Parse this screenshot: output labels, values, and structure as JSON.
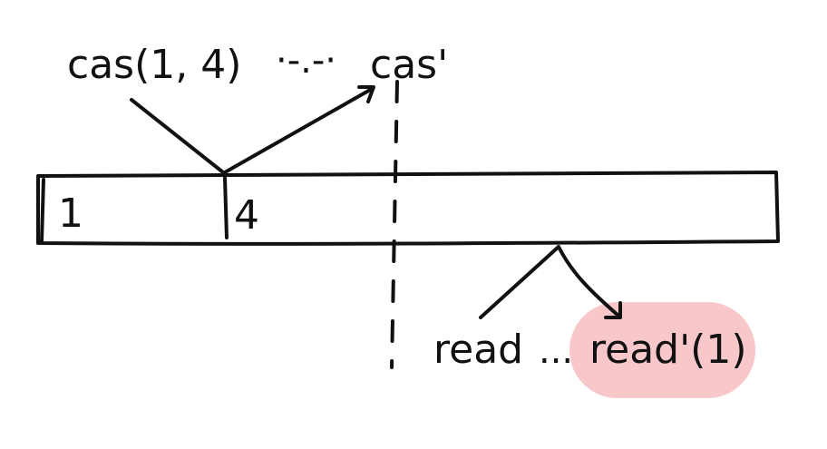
{
  "top": {
    "op_label": "cas(1, 4)",
    "dots": "·-.-·",
    "next_label": "cas'"
  },
  "tape": {
    "cells": [
      "1",
      "4"
    ]
  },
  "bottom": {
    "read_label": "read",
    "dots": "...",
    "result_label": "read'(1)",
    "highlight_color": "#f7c7c9"
  },
  "ink_color": "#111111"
}
